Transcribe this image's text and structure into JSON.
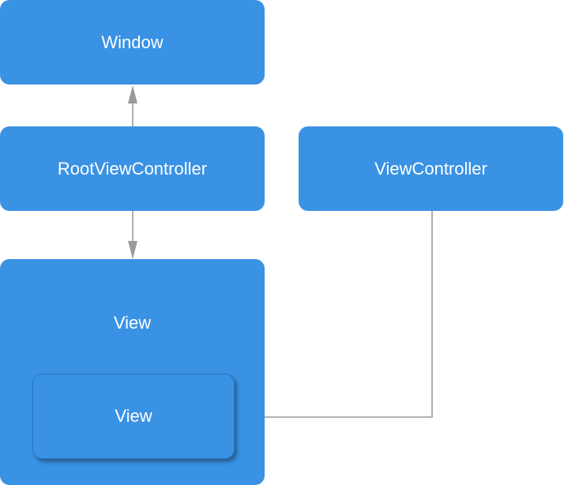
{
  "nodes": {
    "window": {
      "label": "Window"
    },
    "root_view_controller": {
      "label": "RootViewController"
    },
    "view_controller": {
      "label": "ViewController"
    },
    "view_outer": {
      "label": "View"
    },
    "view_inner": {
      "label": "View"
    }
  },
  "colors": {
    "node_fill": "#3a92e4",
    "connector": "#9a9a9a"
  }
}
